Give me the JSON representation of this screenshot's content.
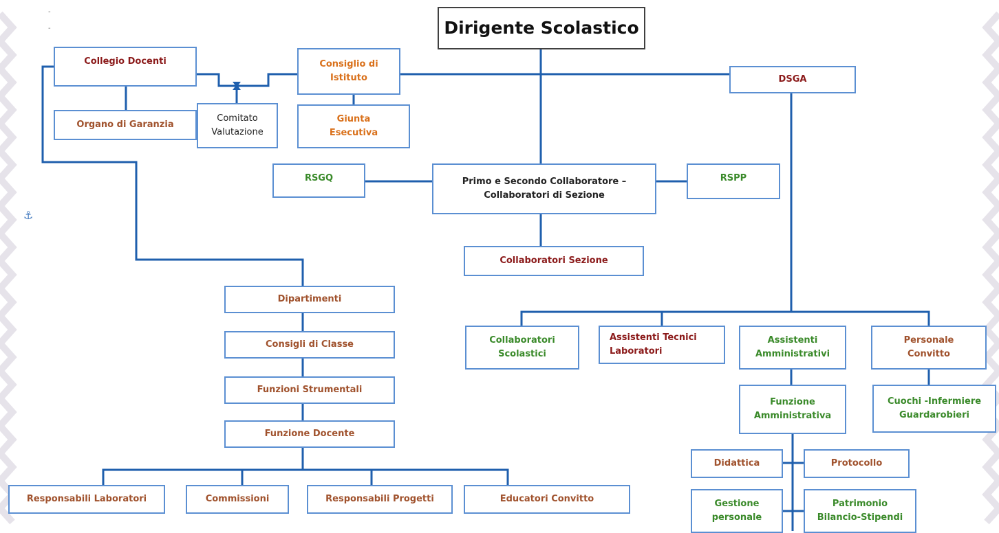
{
  "chart": {
    "dirigente": "Dirigente Scolastico",
    "collegio": "Collegio Docenti",
    "consiglio": "Consiglio di\nIstituto",
    "dsga": "DSGA",
    "organo": "Organo di Garanzia",
    "comitato": "Comitato\nValutazione",
    "giunta": "Giunta\nEsecutiva",
    "rsgq": "RSGQ",
    "primo": "Primo e Secondo Collaboratore –\nCollaboratori di Sezione",
    "rspp": "RSPP",
    "collab_sezione": "Collaboratori  Sezione",
    "dipartimenti": "Dipartimenti",
    "consigli_classe": "Consigli di Classe",
    "funzioni_strumentali": "Funzioni Strumentali",
    "funzione_docente": "Funzione Docente",
    "resp_lab": "Responsabili Laboratori",
    "commissioni": "Commissioni",
    "resp_progetti": "Responsabili Progetti",
    "educatori": "Educatori Convitto",
    "collab_scolastici": "Collaboratori\nScolastici",
    "assistenti_tecnici": "Assistenti   Tecnici\nLaboratori",
    "assistenti_amm": "Assistenti\nAmministrativi",
    "personale_convitto": "Personale\nConvitto",
    "funzione_amm": "Funzione\nAmministrativa",
    "cuochi": "Cuochi -Infermiere\nGuardarobieri",
    "didattica": "Didattica",
    "protocollo": "Protocollo",
    "gestione": "Gestione\npersonale",
    "patrimonio": "Patrimonio\nBilancio-Stipendi"
  },
  "colors": {
    "connector": "#1f5fad",
    "box_border": "#5b8fd2",
    "maroon": "#8b1a1a",
    "orange": "#d9701a",
    "brown": "#a0522d",
    "green": "#3a8a2a"
  },
  "icons": {
    "anchor": "anchor-icon"
  },
  "decor": {
    "anchor_glyph": "⚓",
    "dot": "-"
  }
}
